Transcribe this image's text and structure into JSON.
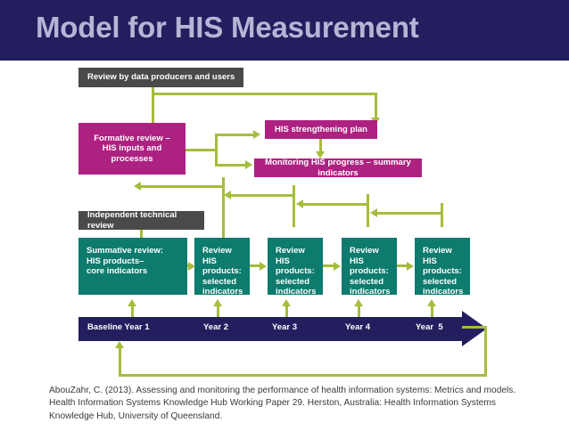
{
  "header": {
    "title": "Model for HIS Measurement",
    "bg_color": "#231f5e",
    "text_color": "#b7b4d6"
  },
  "palette": {
    "magenta": "#ad2180",
    "teal": "#0d7b6d",
    "gray": "#4a4a4a",
    "green_arrow": "#a4bd3d",
    "navy": "#231f5e"
  },
  "diagram": {
    "type": "flowchart",
    "nodes": {
      "review_producers": {
        "label": "Review by data producers and users",
        "color": "#4a4a4a"
      },
      "formative_review": {
        "label": "Formative review – HIS inputs and processes",
        "line1": "Formative review –",
        "line2": "HIS inputs and",
        "line3": "processes",
        "color": "#ad2180"
      },
      "strengthening_plan": {
        "label": "HIS strengthening plan",
        "color": "#ad2180"
      },
      "monitoring_progress": {
        "label": "Monitoring HIS progress – summary indicators",
        "color": "#ad2180"
      },
      "independent_review": {
        "label": "Independent technical review",
        "color": "#4a4a4a"
      }
    },
    "product_boxes": [
      {
        "line1": "Summative review:",
        "line2": "HIS products–",
        "line3": "core indicators",
        "line4": ""
      },
      {
        "line1": "Review HIS",
        "line2": "products:",
        "line3": "selected",
        "line4": "indicators"
      },
      {
        "line1": "Review HIS",
        "line2": "products:",
        "line3": "selected",
        "line4": "indicators"
      },
      {
        "line1": "Review HIS",
        "line2": "products:",
        "line3": "selected",
        "line4": "indicators"
      },
      {
        "line1": "Review HIS",
        "line2": "products:",
        "line3": "selected",
        "line4": "indicators"
      }
    ],
    "timeline": {
      "labels": [
        "Baseline Year 1",
        "Year 2",
        "Year 3",
        "Year 4",
        "Year  5"
      ],
      "color": "#231f5e"
    }
  },
  "caption": {
    "line1": "AbouZahr, C. (2013). Assessing and monitoring the performance of health information systems: Metrics and models.",
    "line2": "Health Information Systems Knowledge Hub Working Paper 29. Herston, Australia: Health Information Systems",
    "line3": "Knowledge Hub, University of Queensland."
  }
}
